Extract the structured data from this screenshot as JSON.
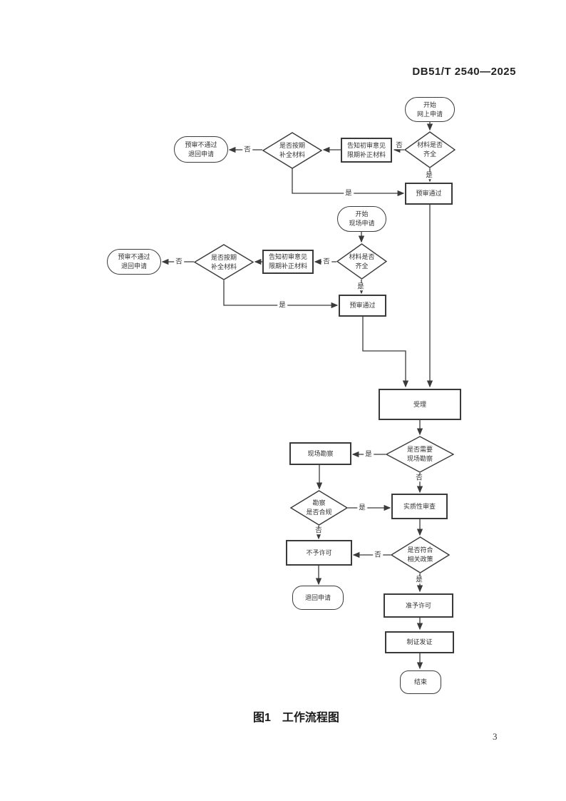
{
  "page": {
    "header": "DB51/T 2540—2025",
    "caption": "图1　工作流程图",
    "page_number": "3"
  },
  "labels": {
    "yes": "是",
    "no": "否"
  },
  "nodes": {
    "a_start": {
      "label": "开始\n网上申请"
    },
    "a_complete": {
      "label": "材料是否\n齐全"
    },
    "a_notify": {
      "label": "告知初审意见\n限期补正材料"
    },
    "a_ontime": {
      "label": "是否按期\n补全材料"
    },
    "a_fail": {
      "label": "预审不通过\n退回申请"
    },
    "a_pass": {
      "label": "预审通过"
    },
    "b_start": {
      "label": "开始\n现场申请"
    },
    "b_complete": {
      "label": "材料是否\n齐全"
    },
    "b_notify": {
      "label": "告知初审意见\n限期补正材料"
    },
    "b_ontime": {
      "label": "是否按期\n补全材料"
    },
    "b_fail": {
      "label": "预审不通过\n退回申请"
    },
    "b_pass": {
      "label": "预审通过"
    },
    "accept": {
      "label": "受理"
    },
    "need_survey": {
      "label": "是否需要\n现场勘察"
    },
    "survey": {
      "label": "现场勘察"
    },
    "survey_ok": {
      "label": "勘察\n是否合规"
    },
    "substantive": {
      "label": "实质性审查"
    },
    "deny": {
      "label": "不予许可"
    },
    "policy_ok": {
      "label": "是否符合\n相关政策"
    },
    "return_app": {
      "label": "退回申请"
    },
    "grant": {
      "label": "准予许可"
    },
    "issue": {
      "label": "制证发证"
    },
    "end": {
      "label": "结束"
    }
  },
  "diagram_colors": {
    "line": "#3a3a3a",
    "text": "#333333",
    "background": "#ffffff"
  }
}
